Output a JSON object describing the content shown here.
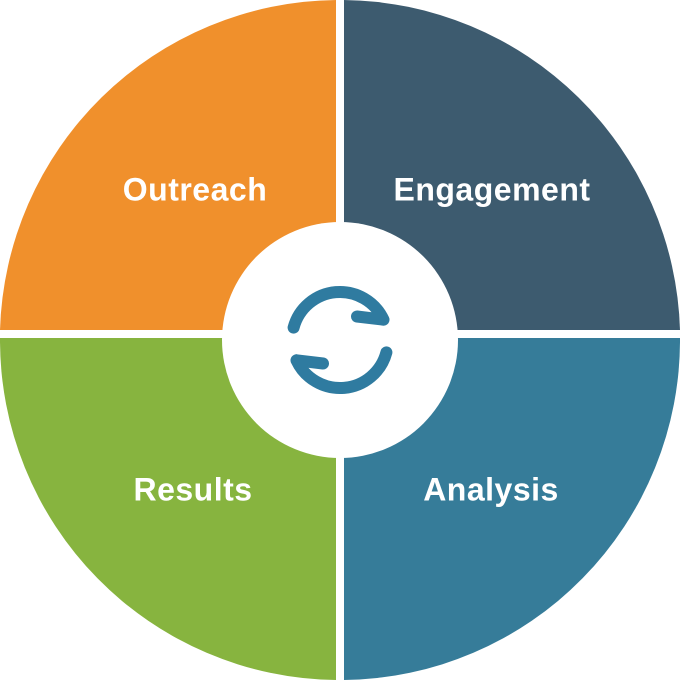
{
  "diagram": {
    "type": "cycle-process-diagram",
    "background_color": "#FFFFFF",
    "divider_color": "#FFFFFF",
    "label_text_color": "#FFFFFF",
    "segments": [
      {
        "label": "Outreach",
        "position": "top-left",
        "color": "#F0902C"
      },
      {
        "label": "Engagement",
        "position": "top-right",
        "color": "#3D5B6F"
      },
      {
        "label": "Analysis",
        "position": "bottom-right",
        "color": "#367C99"
      },
      {
        "label": "Results",
        "position": "bottom-left",
        "color": "#87B43F"
      }
    ],
    "center_icon": {
      "name": "sync-cycle-icon",
      "color": "#2F7BA0"
    },
    "hub_color": "#FFFFFF"
  }
}
